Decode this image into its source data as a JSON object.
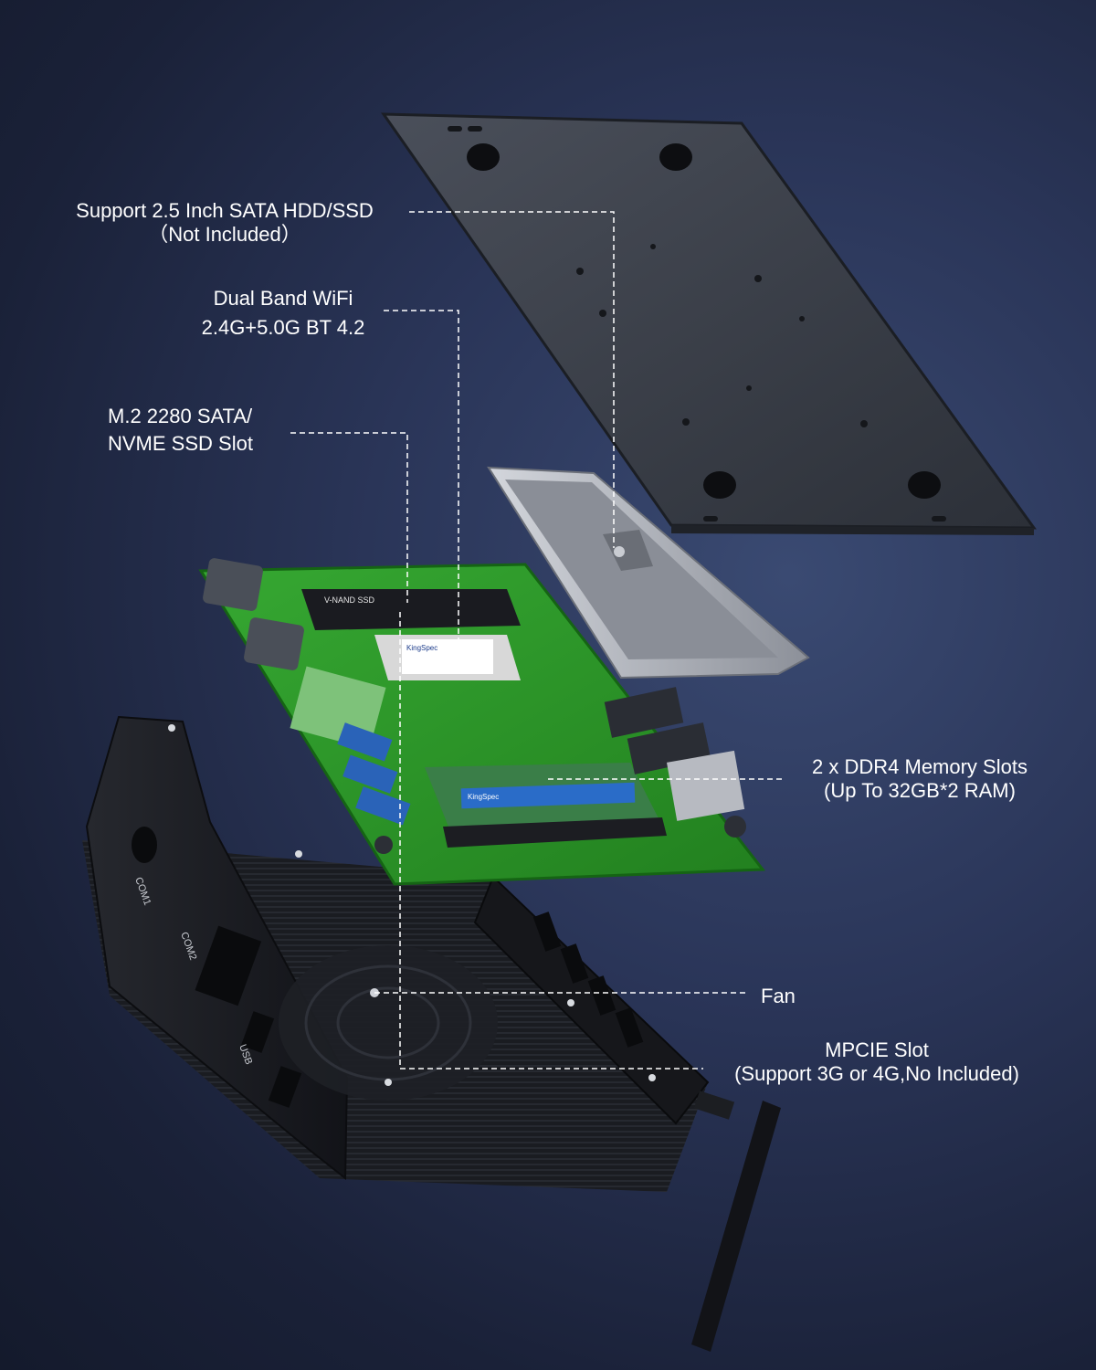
{
  "callouts": {
    "hdd": {
      "line1": "Support 2.5 Inch SATA HDD/SSD",
      "line2": "（Not Included）"
    },
    "wifi": {
      "line1": "Dual Band WiFi",
      "line2": "2.4G+5.0G BT 4.2"
    },
    "m2": {
      "line1": "M.2 2280 SATA/",
      "line2": "NVME SSD Slot"
    },
    "ddr4": {
      "line1": "2 x DDR4 Memory Slots",
      "line2": "(Up To 32GB*2 RAM)"
    },
    "fan": {
      "line1": "Fan"
    },
    "mpcie": {
      "line1": "MPCIE Slot",
      "line2": "(Support 3G or 4G,No Included)"
    }
  },
  "component_text": {
    "ssd_m2": "V-NAND SSD",
    "msata_brand": "KingSpec",
    "ram_brand": "KingSpec",
    "port_com1": "COM1",
    "port_com2": "COM2",
    "port_usb": "USB"
  },
  "colors": {
    "pcb": "#2e9a2a",
    "pcb_dark": "#1f7a1e",
    "metal_plate": "#3a3e48",
    "chassis": "#1c1e24",
    "bracket": "#b9bcc4",
    "leader_line": "#ffffff"
  }
}
